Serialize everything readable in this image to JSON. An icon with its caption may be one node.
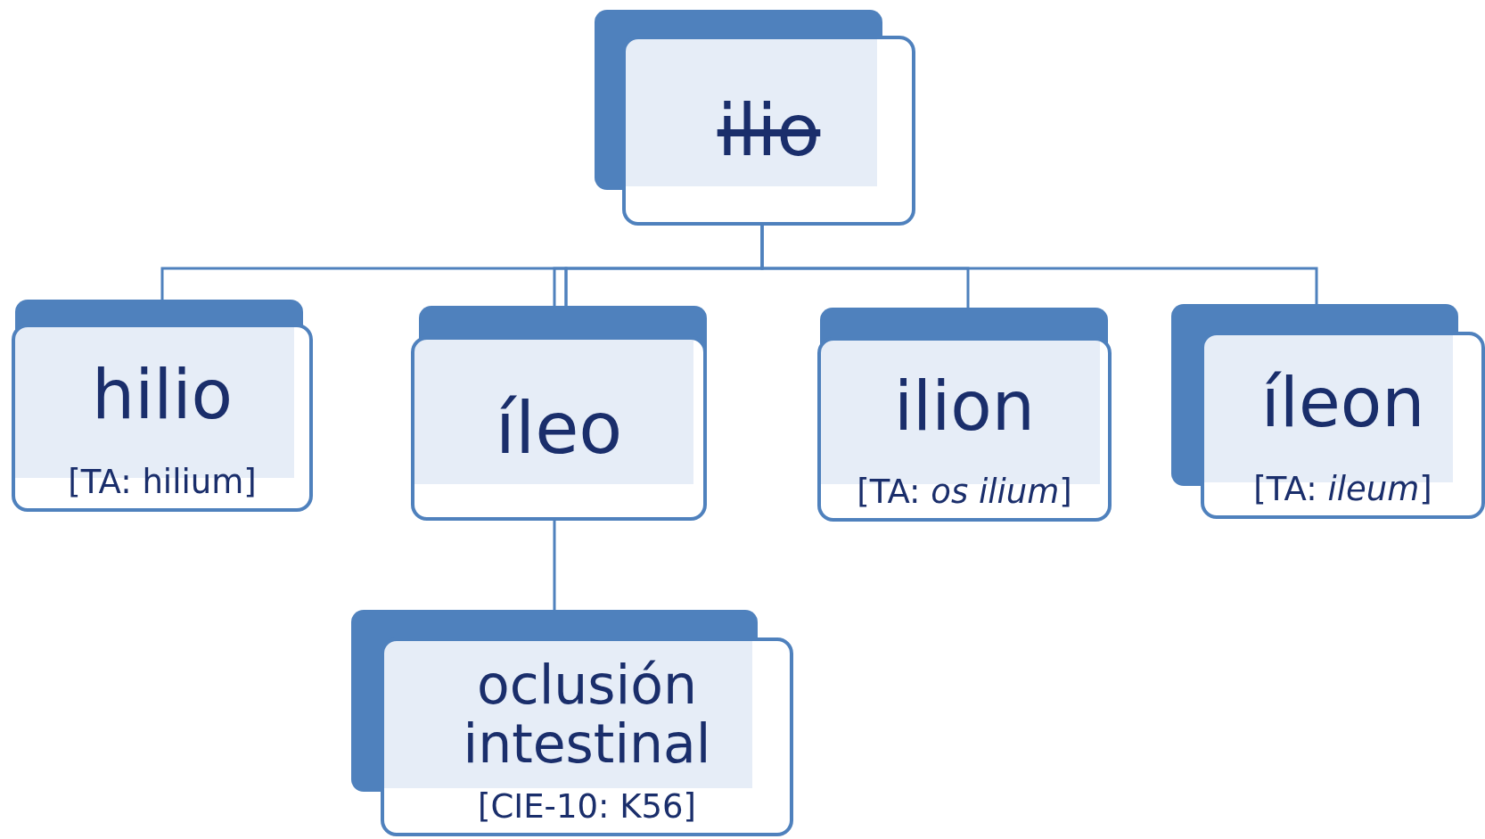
{
  "diagram": {
    "nodes": [
      {
        "text": [
          "ilio"
        ]
      },
      {
        "text": [
          "hilio",
          "[TA: hilium]"
        ]
      },
      {
        "text": [
          "íleo"
        ]
      },
      {
        "text": [
          "ilion",
          "[TA: *os ilium*]"
        ]
      },
      {
        "text": [
          "íleon",
          "[TA: *ileum*]"
        ]
      },
      {
        "text": [
          "oclusión intestinal",
          "[CIE-10: K56]"
        ]
      }
    ],
    "edges": [
      {
        "from": 0,
        "to": 1,
        "arrow": "none"
      },
      {
        "from": 0,
        "to": 2,
        "arrow": "none"
      },
      {
        "from": 0,
        "to": 3,
        "arrow": "none"
      },
      {
        "from": 0,
        "to": 4,
        "arrow": "none"
      },
      {
        "from": 2,
        "to": 5,
        "arrow": "none"
      }
    ]
  }
}
